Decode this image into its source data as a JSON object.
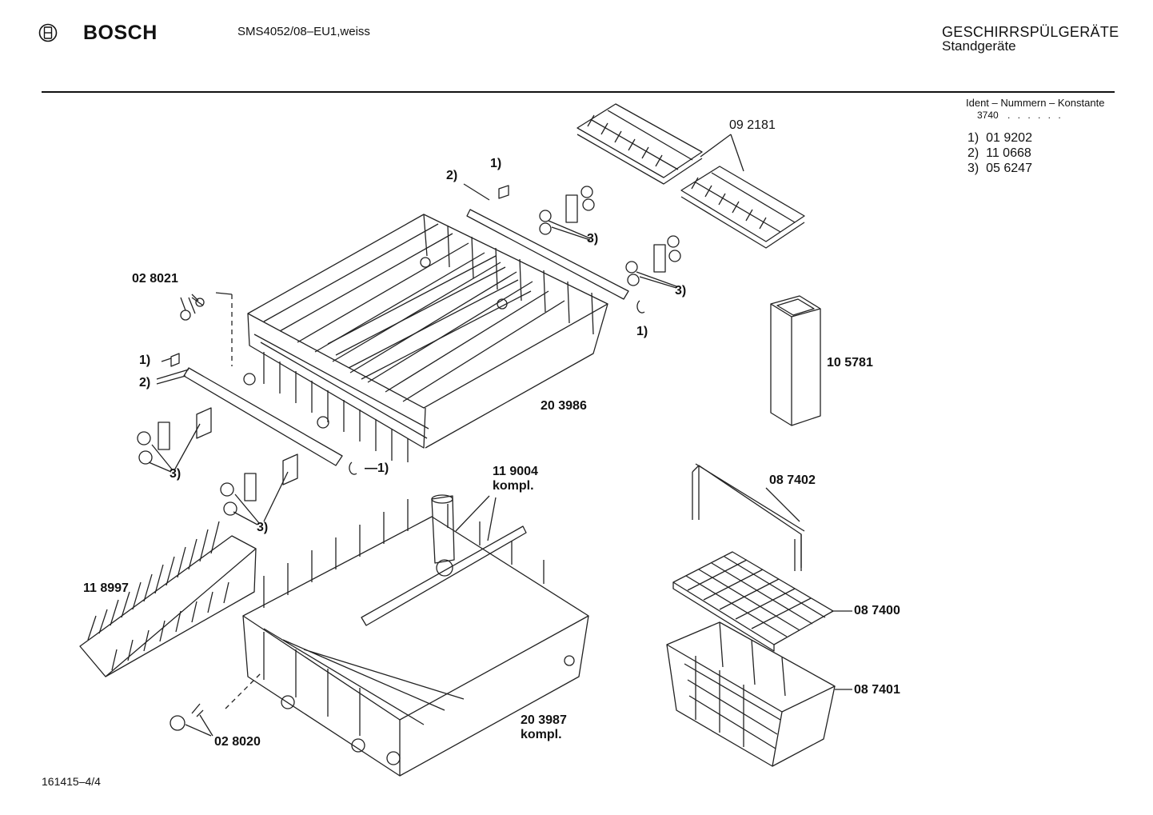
{
  "header": {
    "brand": "BOSCH",
    "model": "SMS4052/08–EU1,weiss",
    "category": "GESCHIRRSPÜLGERÄTE",
    "subcategory": "Standgeräte"
  },
  "ident": {
    "heading": "Ident – Nummern – Konstante",
    "code": "3740",
    "dots": ". . . . . .",
    "refs": [
      {
        "key": "1)",
        "value": "01 9202"
      },
      {
        "key": "2)",
        "value": "11 0668"
      },
      {
        "key": "3)",
        "value": "05 6247"
      }
    ]
  },
  "parts": {
    "p092181": "09 2181",
    "p028021": "02 8021",
    "p203986": "20 3986",
    "p105781": "10 5781",
    "p119004": "11 9004",
    "p119004b": "kompl.",
    "p087402": "08 7402",
    "p118997": "11 8997",
    "p087400": "08 7400",
    "p087401": "08 7401",
    "p203987": "20 3987",
    "p203987b": "kompl.",
    "p028020": "02 8020"
  },
  "callouts": {
    "c1": "1)",
    "c2": "2)",
    "c3": "3)",
    "c1dash": "—1)"
  },
  "footer": {
    "doc_number": "161415–4/4"
  }
}
